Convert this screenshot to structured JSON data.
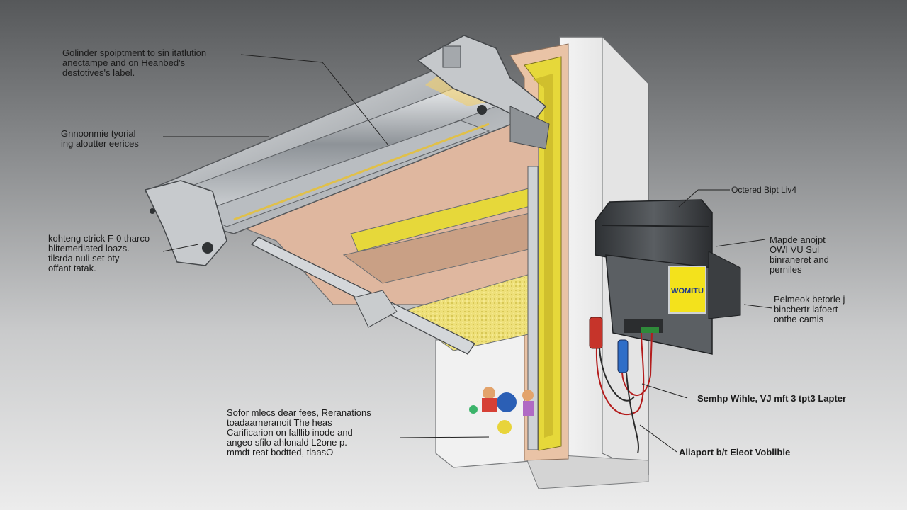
{
  "labels": {
    "top_left": [
      "Golinder spoiptment to sin itatlution",
      "anectampe and on Heanbed's",
      "destotives's label."
    ],
    "guide": [
      "Gnnoonmie tyorial",
      "ing aloutter eerices"
    ],
    "left_mid": [
      "kohteng ctrick F-0 tharco",
      "blitemerilated loazs.",
      "tilsrda nuli set bty",
      "offant tatak."
    ],
    "bottom_left": [
      "Sofor mlecs dear fees, Reranations",
      "toadaarneranoit The heas",
      "Carificarion on falllib inode and",
      "angeo sfilo ahlonald L2one p.",
      "mmdt reat bodtted, tlaasO"
    ],
    "motor_top": "Octered Bipt Liv4",
    "motor_right_1": [
      "Mapde anojpt",
      "OWI VU Sul",
      "binraneret and",
      "perniles"
    ],
    "motor_right_2": [
      "Pelmeok betorle j",
      "binchertr lafoert",
      "onthe camis"
    ],
    "switch_label": "Semhp Wihle, VJ mft 3 tpt3 Lapter",
    "adapter_label": "Aliaport b/t Eleot Voblible",
    "motor_badge": "WOMITU"
  },
  "colors": {
    "insulation_yellow": "#e6d83a",
    "foam_pink": "#e9c3a6",
    "motor_dark": "#3a3d40",
    "badge_yellow": "#f3e21c",
    "wire_red": "#b41c1c"
  }
}
